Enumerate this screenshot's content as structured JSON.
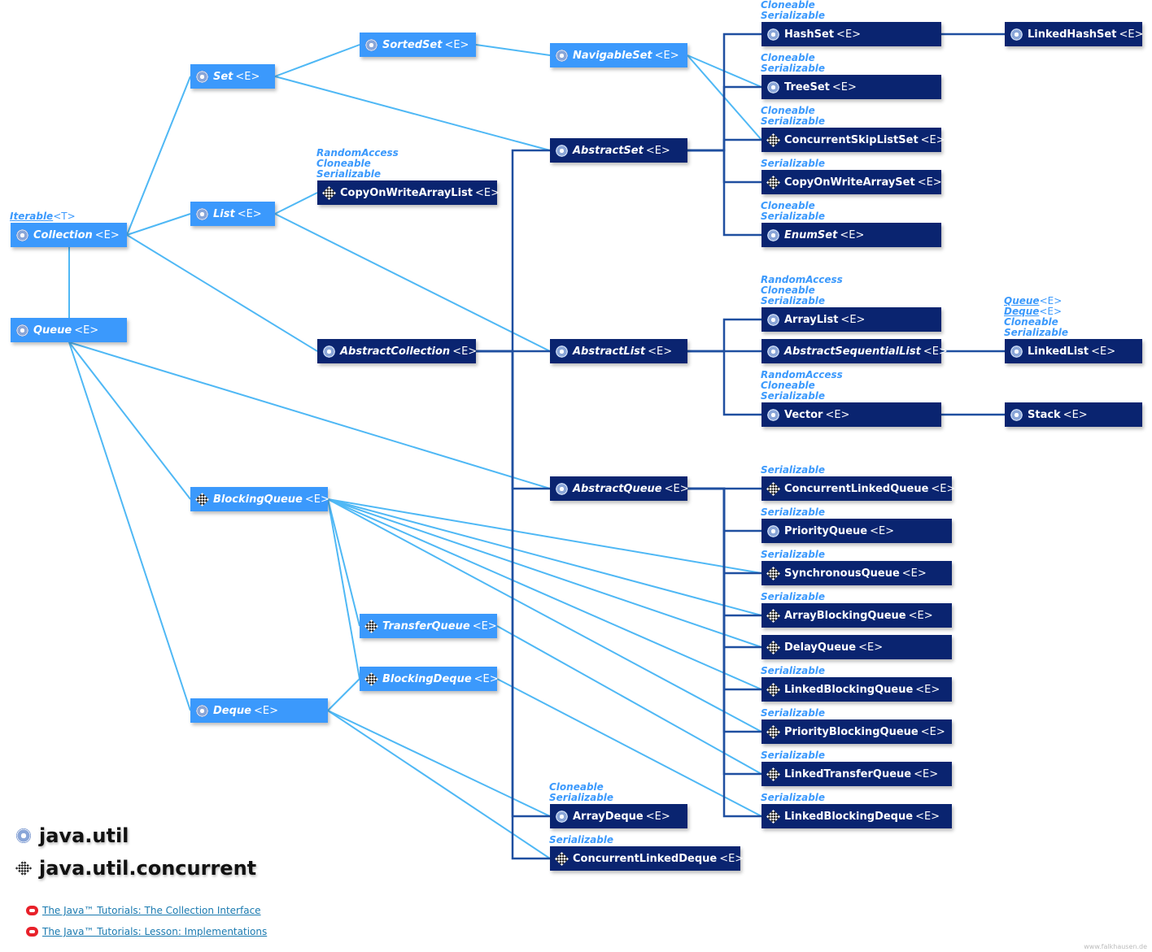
{
  "generic_E": "<E>",
  "nodes": [
    {
      "id": "Collection",
      "label": "Collection",
      "kind": "iface",
      "pkg": "util"
    },
    {
      "id": "Queue",
      "label": "Queue",
      "kind": "iface",
      "pkg": "util"
    },
    {
      "id": "Set",
      "label": "Set",
      "kind": "iface",
      "pkg": "util"
    },
    {
      "id": "List",
      "label": "List",
      "kind": "iface",
      "pkg": "util"
    },
    {
      "id": "SortedSet",
      "label": "SortedSet",
      "kind": "iface",
      "pkg": "util"
    },
    {
      "id": "NavigableSet",
      "label": "NavigableSet",
      "kind": "iface",
      "pkg": "util"
    },
    {
      "id": "BlockingQueue",
      "label": "BlockingQueue",
      "kind": "iface",
      "pkg": "concurrent"
    },
    {
      "id": "Deque",
      "label": "Deque",
      "kind": "iface",
      "pkg": "util"
    },
    {
      "id": "TransferQueue",
      "label": "TransferQueue",
      "kind": "iface",
      "pkg": "concurrent"
    },
    {
      "id": "BlockingDeque",
      "label": "BlockingDeque",
      "kind": "iface",
      "pkg": "concurrent"
    },
    {
      "id": "CopyOnWriteArrayList",
      "label": "CopyOnWriteArrayList",
      "kind": "class",
      "pkg": "concurrent"
    },
    {
      "id": "AbstractCollection",
      "label": "AbstractCollection",
      "kind": "abstract",
      "pkg": "util"
    },
    {
      "id": "AbstractSet",
      "label": "AbstractSet",
      "kind": "abstract",
      "pkg": "util"
    },
    {
      "id": "AbstractList",
      "label": "AbstractList",
      "kind": "abstract",
      "pkg": "util"
    },
    {
      "id": "AbstractQueue",
      "label": "AbstractQueue",
      "kind": "abstract",
      "pkg": "util"
    },
    {
      "id": "ArrayDeque",
      "label": "ArrayDeque",
      "kind": "class",
      "pkg": "util"
    },
    {
      "id": "ConcurrentLinkedDeque",
      "label": "ConcurrentLinkedDeque",
      "kind": "class",
      "pkg": "concurrent"
    },
    {
      "id": "HashSet",
      "label": "HashSet",
      "kind": "class",
      "pkg": "util"
    },
    {
      "id": "TreeSet",
      "label": "TreeSet",
      "kind": "class",
      "pkg": "util"
    },
    {
      "id": "ConcurrentSkipListSet",
      "label": "ConcurrentSkipListSet",
      "kind": "class",
      "pkg": "concurrent"
    },
    {
      "id": "CopyOnWriteArraySet",
      "label": "CopyOnWriteArraySet",
      "kind": "class",
      "pkg": "concurrent"
    },
    {
      "id": "EnumSet",
      "label": "EnumSet",
      "kind": "abstract",
      "pkg": "util"
    },
    {
      "id": "ArrayList",
      "label": "ArrayList",
      "kind": "class",
      "pkg": "util"
    },
    {
      "id": "AbstractSequentialList",
      "label": "AbstractSequentialList",
      "kind": "abstract",
      "pkg": "util"
    },
    {
      "id": "Vector",
      "label": "Vector",
      "kind": "class",
      "pkg": "util"
    },
    {
      "id": "ConcurrentLinkedQueue",
      "label": "ConcurrentLinkedQueue",
      "kind": "class",
      "pkg": "concurrent"
    },
    {
      "id": "PriorityQueue",
      "label": "PriorityQueue",
      "kind": "class",
      "pkg": "util"
    },
    {
      "id": "SynchronousQueue",
      "label": "SynchronousQueue",
      "kind": "class",
      "pkg": "concurrent"
    },
    {
      "id": "ArrayBlockingQueue",
      "label": "ArrayBlockingQueue",
      "kind": "class",
      "pkg": "concurrent"
    },
    {
      "id": "DelayQueue",
      "label": "DelayQueue",
      "kind": "class",
      "pkg": "concurrent"
    },
    {
      "id": "LinkedBlockingQueue",
      "label": "LinkedBlockingQueue",
      "kind": "class",
      "pkg": "concurrent"
    },
    {
      "id": "PriorityBlockingQueue",
      "label": "PriorityBlockingQueue",
      "kind": "class",
      "pkg": "concurrent"
    },
    {
      "id": "LinkedTransferQueue",
      "label": "LinkedTransferQueue",
      "kind": "class",
      "pkg": "concurrent"
    },
    {
      "id": "LinkedBlockingDeque",
      "label": "LinkedBlockingDeque",
      "kind": "class",
      "pkg": "concurrent"
    },
    {
      "id": "LinkedHashSet",
      "label": "LinkedHashSet",
      "kind": "class",
      "pkg": "util"
    },
    {
      "id": "LinkedList",
      "label": "LinkedList",
      "kind": "class",
      "pkg": "util"
    },
    {
      "id": "Stack",
      "label": "Stack",
      "kind": "class",
      "pkg": "util"
    }
  ],
  "annotations": {
    "Collection": [
      {
        "text": "Iterable",
        "link": true,
        "gen": "<T>"
      }
    ],
    "CopyOnWriteArrayList": [
      {
        "text": "RandomAccess"
      },
      {
        "text": "Cloneable"
      },
      {
        "text": "Serializable"
      }
    ],
    "HashSet": [
      {
        "text": "Cloneable"
      },
      {
        "text": "Serializable"
      }
    ],
    "TreeSet": [
      {
        "text": "Cloneable"
      },
      {
        "text": "Serializable"
      }
    ],
    "ConcurrentSkipListSet": [
      {
        "text": "Cloneable"
      },
      {
        "text": "Serializable"
      }
    ],
    "CopyOnWriteArraySet": [
      {
        "text": "Serializable"
      }
    ],
    "EnumSet": [
      {
        "text": "Cloneable"
      },
      {
        "text": "Serializable"
      }
    ],
    "ArrayList": [
      {
        "text": "RandomAccess"
      },
      {
        "text": "Cloneable"
      },
      {
        "text": "Serializable"
      }
    ],
    "Vector": [
      {
        "text": "RandomAccess"
      },
      {
        "text": "Cloneable"
      },
      {
        "text": "Serializable"
      }
    ],
    "LinkedList": [
      {
        "text": "Queue",
        "link": true,
        "gen": "<E>"
      },
      {
        "text": "Deque",
        "link": true,
        "gen": "<E>"
      },
      {
        "text": "Cloneable"
      },
      {
        "text": "Serializable"
      }
    ],
    "ArrayDeque": [
      {
        "text": "Cloneable"
      },
      {
        "text": "Serializable"
      }
    ],
    "ConcurrentLinkedDeque": [
      {
        "text": "Serializable"
      }
    ],
    "ConcurrentLinkedQueue": [
      {
        "text": "Serializable"
      }
    ],
    "PriorityQueue": [
      {
        "text": "Serializable"
      }
    ],
    "SynchronousQueue": [
      {
        "text": "Serializable"
      }
    ],
    "ArrayBlockingQueue": [
      {
        "text": "Serializable"
      }
    ],
    "LinkedBlockingQueue": [
      {
        "text": "Serializable"
      }
    ],
    "PriorityBlockingQueue": [
      {
        "text": "Serializable"
      }
    ],
    "LinkedTransferQueue": [
      {
        "text": "Serializable"
      }
    ],
    "LinkedBlockingDeque": [
      {
        "text": "Serializable"
      }
    ]
  },
  "edges_interface": [
    [
      "Collection",
      "Set"
    ],
    [
      "Collection",
      "List"
    ],
    [
      "Collection",
      "Queue"
    ],
    [
      "Collection",
      "AbstractCollection"
    ],
    [
      "Set",
      "SortedSet"
    ],
    [
      "Set",
      "AbstractSet"
    ],
    [
      "SortedSet",
      "NavigableSet"
    ],
    [
      "NavigableSet",
      "TreeSet"
    ],
    [
      "NavigableSet",
      "ConcurrentSkipListSet"
    ],
    [
      "List",
      "CopyOnWriteArrayList"
    ],
    [
      "List",
      "AbstractList"
    ],
    [
      "Queue",
      "BlockingQueue"
    ],
    [
      "Queue",
      "Deque"
    ],
    [
      "Queue",
      "AbstractQueue"
    ],
    [
      "BlockingQueue",
      "TransferQueue"
    ],
    [
      "BlockingQueue",
      "BlockingDeque"
    ],
    [
      "BlockingQueue",
      "SynchronousQueue"
    ],
    [
      "BlockingQueue",
      "ArrayBlockingQueue"
    ],
    [
      "BlockingQueue",
      "DelayQueue"
    ],
    [
      "BlockingQueue",
      "LinkedBlockingQueue"
    ],
    [
      "BlockingQueue",
      "PriorityBlockingQueue"
    ],
    [
      "Deque",
      "BlockingDeque"
    ],
    [
      "Deque",
      "ArrayDeque"
    ],
    [
      "Deque",
      "ConcurrentLinkedDeque"
    ],
    [
      "TransferQueue",
      "LinkedTransferQueue"
    ],
    [
      "BlockingDeque",
      "LinkedBlockingDeque"
    ]
  ],
  "edges_class": [
    [
      "AbstractCollection",
      "AbstractSet"
    ],
    [
      "AbstractCollection",
      "AbstractList"
    ],
    [
      "AbstractCollection",
      "AbstractQueue"
    ],
    [
      "AbstractCollection",
      "ArrayDeque"
    ],
    [
      "AbstractCollection",
      "ConcurrentLinkedDeque"
    ],
    [
      "AbstractSet",
      "HashSet"
    ],
    [
      "AbstractSet",
      "TreeSet"
    ],
    [
      "AbstractSet",
      "ConcurrentSkipListSet"
    ],
    [
      "AbstractSet",
      "CopyOnWriteArraySet"
    ],
    [
      "AbstractSet",
      "EnumSet"
    ],
    [
      "HashSet",
      "LinkedHashSet"
    ],
    [
      "AbstractList",
      "ArrayList"
    ],
    [
      "AbstractList",
      "AbstractSequentialList"
    ],
    [
      "AbstractList",
      "Vector"
    ],
    [
      "AbstractSequentialList",
      "LinkedList"
    ],
    [
      "Vector",
      "Stack"
    ],
    [
      "AbstractQueue",
      "ConcurrentLinkedQueue"
    ],
    [
      "AbstractQueue",
      "PriorityQueue"
    ],
    [
      "AbstractQueue",
      "SynchronousQueue"
    ],
    [
      "AbstractQueue",
      "ArrayBlockingQueue"
    ],
    [
      "AbstractQueue",
      "DelayQueue"
    ],
    [
      "AbstractQueue",
      "LinkedBlockingQueue"
    ],
    [
      "AbstractQueue",
      "PriorityBlockingQueue"
    ],
    [
      "AbstractQueue",
      "LinkedTransferQueue"
    ],
    [
      "AbstractQueue",
      "LinkedBlockingDeque"
    ]
  ],
  "legend": [
    {
      "icon": "gear-icon",
      "label": "java.util"
    },
    {
      "icon": "checker-icon",
      "label": "java.util.concurrent"
    }
  ],
  "links": [
    {
      "icon": "oracle-icon",
      "label": "The Java™ Tutorials: The Collection Interface"
    },
    {
      "icon": "oracle-icon",
      "label": "The Java™ Tutorials: Lesson: Implementations"
    }
  ],
  "credit": "www.falkhausen.de",
  "colors": {
    "interface": "#3b99fc",
    "class": "#0a2470",
    "edge_interface": "#4fb8f5",
    "edge_class": "#1f4fa0"
  }
}
